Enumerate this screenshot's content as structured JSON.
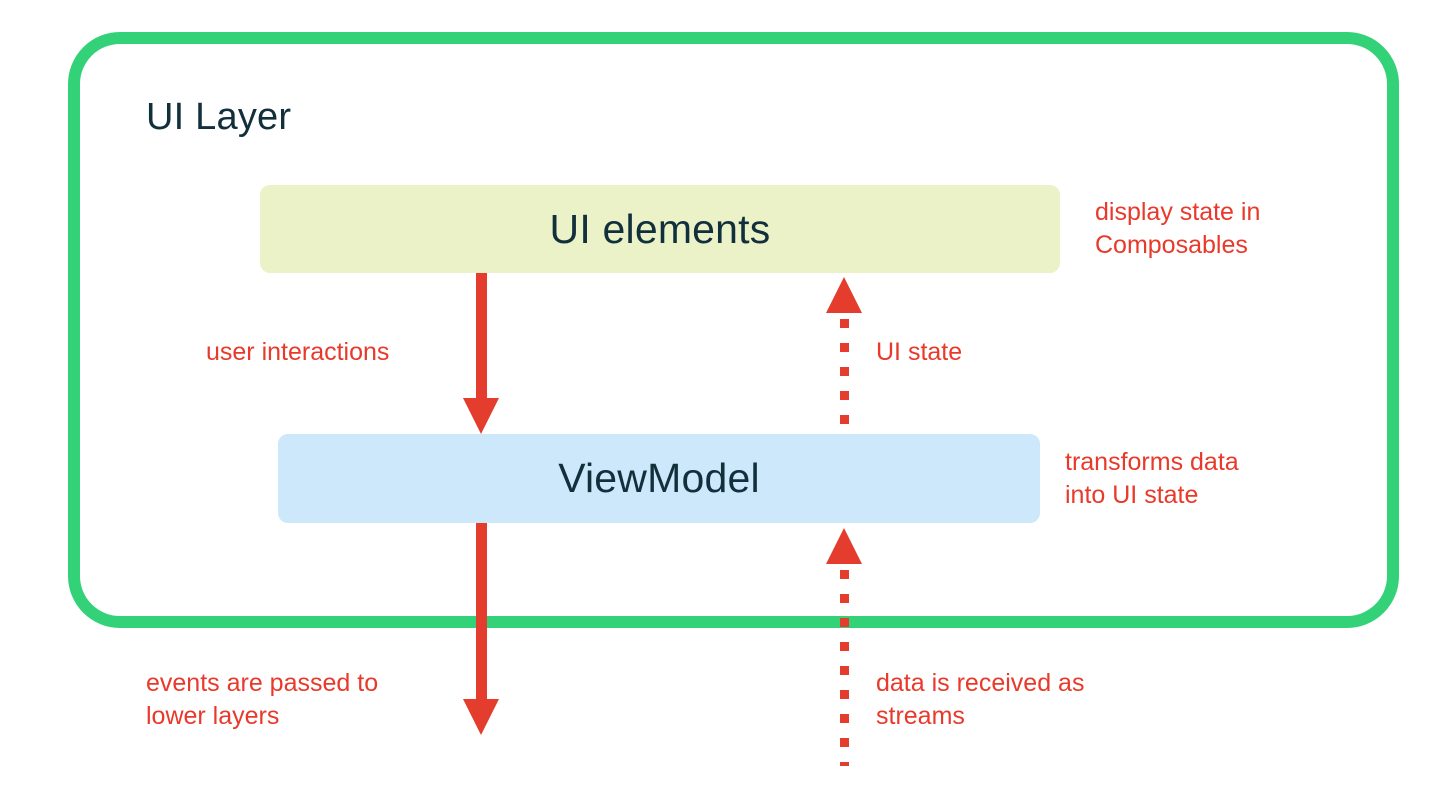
{
  "diagram": {
    "title": "UI Layer",
    "type": "architecture-flow",
    "colors": {
      "container_border": "#34D278",
      "ui_elements_box": "#ECF2C8",
      "viewmodel_box": "#CCE8FA",
      "arrow_red": "#E43D2D",
      "annotation_red": "#E8392A",
      "node_text": "#12303C"
    },
    "nodes": [
      {
        "id": "ui-elements",
        "label": "UI elements"
      },
      {
        "id": "viewmodel",
        "label": "ViewModel"
      }
    ],
    "annotations": {
      "display_state": "display state in\nComposables",
      "transforms": "transforms data\ninto UI state",
      "user_interactions": "user interactions",
      "ui_state": "UI state",
      "events_passed": "events are passed to\nlower layers",
      "data_streams": "data is received as\nstreams"
    },
    "edges": [
      {
        "id": "ui-to-vm",
        "style": "solid",
        "direction": "down",
        "label": "user interactions"
      },
      {
        "id": "vm-to-ui",
        "style": "dotted",
        "direction": "up",
        "label": "UI state"
      },
      {
        "id": "vm-to-lower",
        "style": "solid",
        "direction": "down",
        "label": "events are passed to lower layers"
      },
      {
        "id": "lower-to-vm",
        "style": "dotted",
        "direction": "up",
        "label": "data is received as streams"
      }
    ]
  }
}
